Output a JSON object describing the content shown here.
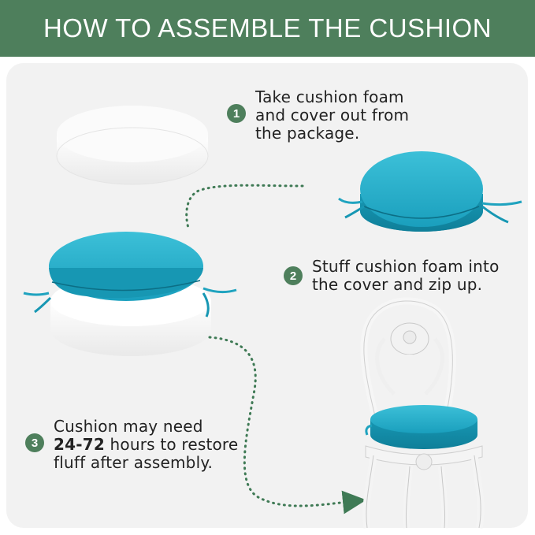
{
  "banner": {
    "title": "HOW TO ASSEMBLE THE CUSHION"
  },
  "steps": [
    {
      "number": "1",
      "lines": [
        "Take cushion foam",
        "and cover out from",
        "the package."
      ]
    },
    {
      "number": "2",
      "lines": [
        "Stuff cushion foam into",
        "the cover and zip up."
      ]
    },
    {
      "number": "3",
      "line1": "Cushion may need",
      "line2_bold": "24-72",
      "line2_rest": " hours to restore",
      "line3": "fluff after assembly."
    }
  ],
  "colors": {
    "accent_green": "#4e7f5c",
    "cushion_blue": "#1fa3bf",
    "panel_bg": "#f2f2f2",
    "chair_white": "#f7f7f7"
  },
  "icons": [
    "foam-block-illustration",
    "cushion-cover-illustration",
    "foam-in-cover-illustration",
    "chair-with-cushion-illustration",
    "dotted-arrow-path"
  ]
}
